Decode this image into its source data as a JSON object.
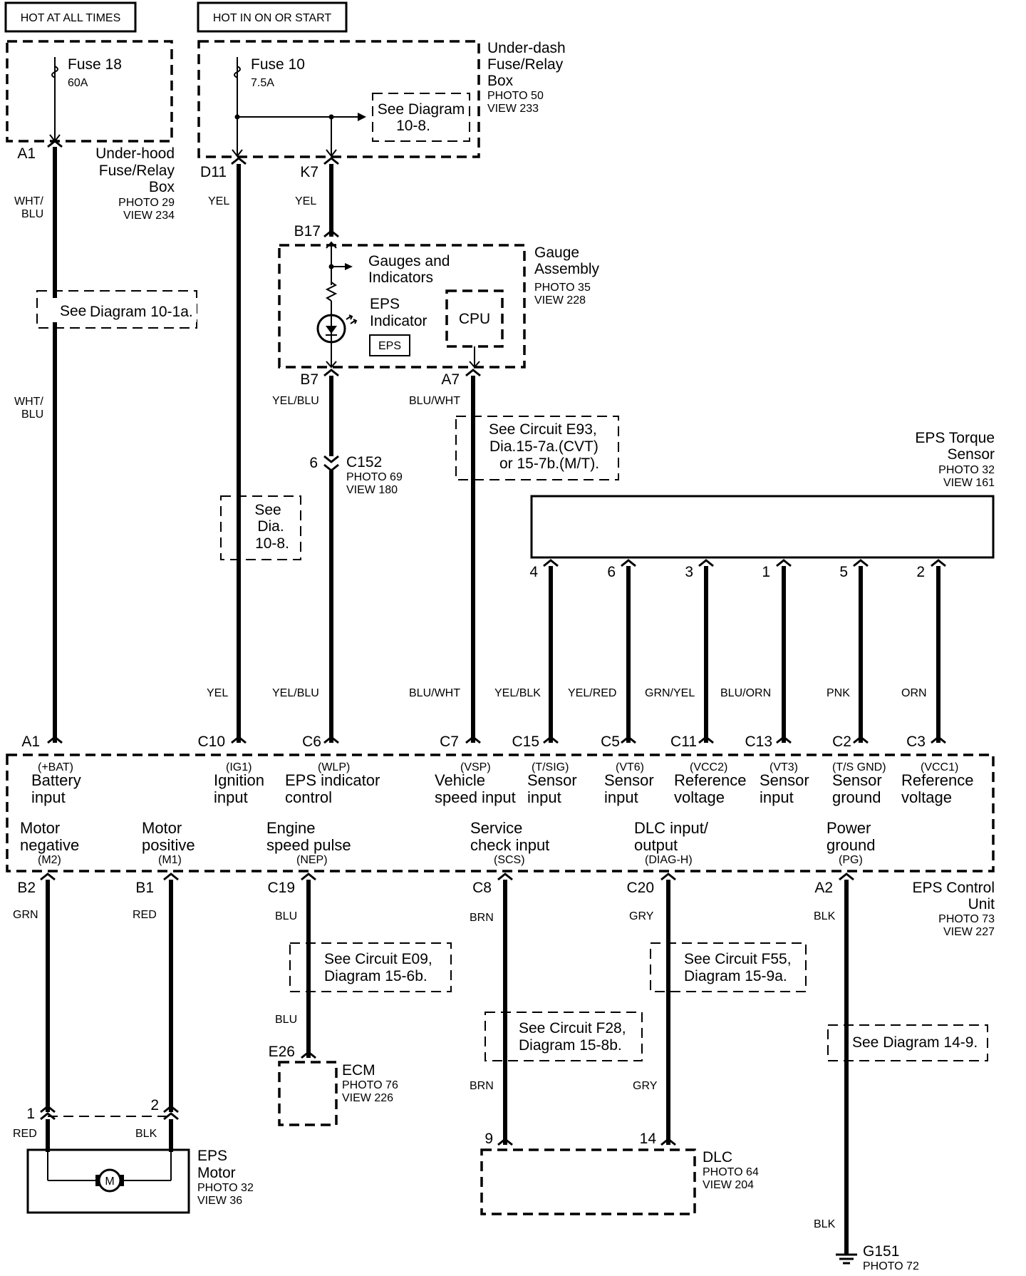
{
  "headers": {
    "hot_all": "HOT AT ALL TIMES",
    "hot_on": "HOT IN ON OR START"
  },
  "fuse18": {
    "name": "Fuse 18",
    "rating": "60A"
  },
  "fuse10": {
    "name": "Fuse 10",
    "rating": "7.5A"
  },
  "underdash": {
    "l1": "Under-dash",
    "l2": "Fuse/Relay",
    "l3": "Box",
    "photo": "PHOTO 50",
    "view": "VIEW 233"
  },
  "underhood": {
    "l1": "Under-hood",
    "l2": "Fuse/Relay",
    "l3": "Box",
    "photo": "PHOTO 29",
    "view": "VIEW 234"
  },
  "ref_10_8": {
    "l1": "See Diagram",
    "l2": "10-8."
  },
  "ref_10_1a": {
    "see": "See",
    "diag": "Diagram 10-1a."
  },
  "ref_dia_10_8": {
    "l1": "See",
    "l2": "Dia.",
    "l3": "10-8."
  },
  "terminals": {
    "a1_top": "A1",
    "d11": "D11",
    "k7": "K7",
    "b17": "B17",
    "b7": "B7",
    "a7": "A7",
    "a1": "A1",
    "c10": "C10",
    "c6": "C6",
    "c7": "C7",
    "c15": "C15",
    "c5": "C5",
    "c11": "C11",
    "c13": "C13",
    "c2": "C2",
    "c3": "C3",
    "b2": "B2",
    "b1": "B1",
    "c19": "C19",
    "c8": "C8",
    "c20": "C20",
    "a2": "A2",
    "e26": "E26",
    "dlc9": "9",
    "dlc14": "14",
    "m1": "1",
    "m2": "2",
    "c152pin": "6"
  },
  "wires": {
    "wht_blu": "WHT/",
    "wht_blu2": "BLU",
    "yel": "YEL",
    "yel_blu": "YEL/BLU",
    "blu_wht": "BLU/WHT",
    "yel_blk": "YEL/BLK",
    "yel_red": "YEL/RED",
    "grn_yel": "GRN/YEL",
    "blu_orn": "BLU/ORN",
    "pnk": "PNK",
    "orn": "ORN",
    "grn": "GRN",
    "red": "RED",
    "blu": "BLU",
    "brn": "BRN",
    "gry": "GRY",
    "blk": "BLK"
  },
  "gauge": {
    "title1": "Gauge",
    "title2": "Assembly",
    "photo": "PHOTO 35",
    "view": "VIEW 228",
    "gi1": "Gauges and",
    "gi2": "Indicators",
    "eps1": "EPS",
    "eps2": "Indicator",
    "eps_badge": "EPS",
    "cpu": "CPU"
  },
  "c152": {
    "name": "C152",
    "photo": "PHOTO 69",
    "view": "VIEW 180"
  },
  "ref_e93": {
    "l1": "See Circuit E93,",
    "l2": "Dia.15-7a.(CVT)",
    "l3": "or  15-7b.(M/T)."
  },
  "torque": {
    "l1": "EPS Torque",
    "l2": "Sensor",
    "photo": "PHOTO 32",
    "view": "VIEW 161"
  },
  "torque_pins": [
    "4",
    "6",
    "3",
    "1",
    "5",
    "2"
  ],
  "ecu_upper": [
    {
      "code": "(+BAT)",
      "l1": "Battery",
      "l2": "input"
    },
    {
      "code": "(IG1)",
      "l1": "Ignition",
      "l2": "input"
    },
    {
      "code": "(WLP)",
      "l1": "EPS indicator",
      "l2": "control"
    },
    {
      "code": "(VSP)",
      "l1": "Vehicle",
      "l2": "speed input"
    },
    {
      "code": "(T/SIG)",
      "l1": "Sensor",
      "l2": "input"
    },
    {
      "code": "(VT6)",
      "l1": "Sensor",
      "l2": "input"
    },
    {
      "code": "(VCC2)",
      "l1": "Reference",
      "l2": "voltage"
    },
    {
      "code": "(VT3)",
      "l1": "Sensor",
      "l2": "input"
    },
    {
      "code": "(T/S GND)",
      "l1": "Sensor",
      "l2": "ground"
    },
    {
      "code": "(VCC1)",
      "l1": "Reference",
      "l2": "voltage"
    }
  ],
  "ecu_lower": [
    {
      "l1": "Motor",
      "l2": "negative",
      "code": "(M2)"
    },
    {
      "l1": "Motor",
      "l2": "positive",
      "code": "(M1)"
    },
    {
      "l1": "Engine",
      "l2": "speed pulse",
      "code": "(NEP)"
    },
    {
      "l1": "Service",
      "l2": "check input",
      "code": "(SCS)"
    },
    {
      "l1": "DLC input/",
      "l2": "output",
      "code": "(DIAG-H)"
    },
    {
      "l1": "Power",
      "l2": "ground",
      "code": "(PG)"
    }
  ],
  "ecu": {
    "l1": "EPS Control",
    "l2": "Unit",
    "photo": "PHOTO 73",
    "view": "VIEW 227"
  },
  "ref_e09": {
    "l1": "See Circuit E09,",
    "l2": "Diagram  15-6b."
  },
  "ref_f55": {
    "l1": "See Circuit F55,",
    "l2": "Diagram 15-9a."
  },
  "ref_f28": {
    "l1": "See Circuit F28,",
    "l2": "Diagram 15-8b."
  },
  "ref_14_9": {
    "l1": "See Diagram 14-9."
  },
  "ecm": {
    "name": "ECM",
    "photo": "PHOTO 76",
    "view": "VIEW 226"
  },
  "motor": {
    "l1": "EPS",
    "l2": "Motor",
    "photo": "PHOTO 32",
    "view": "VIEW 36",
    "symbol": "M"
  },
  "dlc": {
    "name": "DLC",
    "photo": "PHOTO 64",
    "view": "VIEW 204"
  },
  "ground": {
    "name": "G151",
    "photo": "PHOTO 72"
  }
}
